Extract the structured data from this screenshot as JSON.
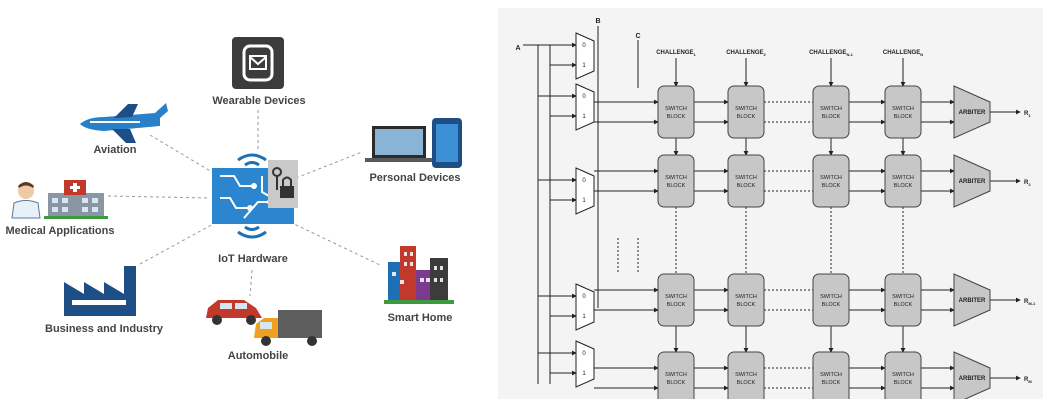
{
  "left_diagram": {
    "center_label": "IoT Hardware",
    "nodes": {
      "wearable": "Wearable Devices",
      "aviation": "Aviation",
      "personal": "Personal Devices",
      "medical": "Medical Applications",
      "business": "Business and Industry",
      "automobile": "Automobile",
      "smarthome": "Smart Home"
    }
  },
  "right_diagram": {
    "inputs": {
      "a": "A",
      "b": "B",
      "c": "C"
    },
    "mux_labels": {
      "zero": "0",
      "one": "1"
    },
    "challenges": [
      {
        "base": "CHALLENGE",
        "sub": "1"
      },
      {
        "base": "CHALLENGE",
        "sub": "2"
      },
      {
        "base": "CHALLENGE",
        "sub": "N-1"
      },
      {
        "base": "CHALLENGE",
        "sub": "N"
      }
    ],
    "switch_block_line1": "SWITCH",
    "switch_block_line2": "BLOCK",
    "arbiter_label": "ARBITER",
    "outputs": [
      {
        "base": "R",
        "sub": "1"
      },
      {
        "base": "R",
        "sub": "2"
      },
      {
        "base": "R",
        "sub": "M-1"
      },
      {
        "base": "R",
        "sub": "M"
      }
    ]
  },
  "colors": {
    "icon_blue": "#1f6fb4",
    "icon_dark_blue": "#1d4f86",
    "dash_line": "#9a9a9a",
    "switch_block_fill": "#c7c7c7",
    "arbiter_fill": "#c7c7c7",
    "text_gray": "#444444"
  }
}
